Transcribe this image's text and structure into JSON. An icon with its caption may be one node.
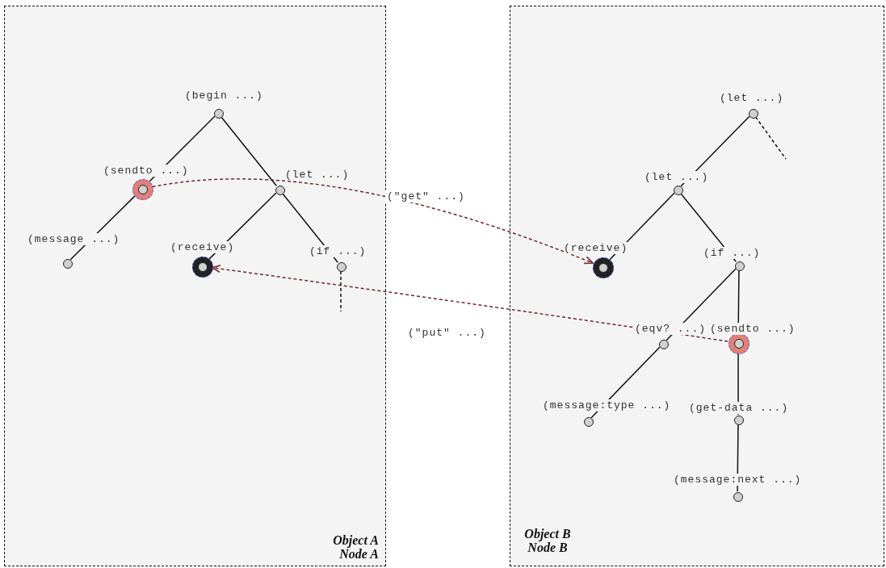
{
  "diagram": {
    "nodes": [
      {
        "text": [
          "Object A Node A"
        ]
      },
      {
        "text": [],
        "shape": "circle",
        "beside": [
          "(begin ...)"
        ],
        "in": 0
      },
      {
        "text": [],
        "shape": "circle",
        "beside": [
          "(let ...)"
        ],
        "in": 0
      },
      {
        "text": [],
        "shape": "circle",
        "beside": [
          "(sendto ...)"
        ],
        "in": 0
      },
      {
        "text": [],
        "shape": "circle",
        "beside": [
          "(message ...)"
        ],
        "in": 0
      },
      {
        "text": [],
        "shape": "circle",
        "beside": [
          "(receive)"
        ],
        "in": 0
      },
      {
        "text": [],
        "shape": "circle",
        "beside": [
          "(if ...)"
        ],
        "in": 0
      },
      {
        "text": [
          "Object B Node B"
        ]
      },
      {
        "text": [],
        "shape": "circle",
        "beside": [
          "(let ...)"
        ],
        "in": 7
      },
      {
        "text": [],
        "shape": "circle",
        "beside": [
          "(let ...)"
        ],
        "in": 7
      },
      {
        "text": [],
        "shape": "circle",
        "beside": [
          "(receive)"
        ],
        "in": 7
      },
      {
        "text": [],
        "shape": "circle",
        "beside": [
          "(if ...)"
        ],
        "in": 7
      },
      {
        "text": [],
        "shape": "circle",
        "beside": [
          "(eqv? ...)"
        ],
        "in": 7
      },
      {
        "text": [],
        "shape": "circle",
        "beside": [
          "(sendto ...)"
        ],
        "in": 7
      },
      {
        "text": [],
        "shape": "circle",
        "beside": [
          "(message:type ...)"
        ],
        "in": 7
      },
      {
        "text": [],
        "shape": "circle",
        "beside": [
          "(get-data ...)"
        ],
        "in": 7
      },
      {
        "text": [],
        "shape": "circle",
        "beside": [
          "(message:next ...)"
        ],
        "in": 7
      }
    ],
    "edges": [
      {
        "from": 1,
        "to": 3,
        "arrow": "none"
      },
      {
        "from": 3,
        "to": 4,
        "arrow": "none"
      },
      {
        "from": 1,
        "to": 2,
        "arrow": "none"
      },
      {
        "from": 2,
        "to": 5,
        "arrow": "none"
      },
      {
        "from": 2,
        "to": 6,
        "arrow": "none"
      },
      {
        "from": 6,
        "to": null,
        "arrow": "none",
        "style": "dashed"
      },
      {
        "from": 8,
        "to": 9,
        "arrow": "none"
      },
      {
        "from": 8,
        "to": null,
        "arrow": "none",
        "style": "dashed"
      },
      {
        "from": 9,
        "to": 10,
        "arrow": "none"
      },
      {
        "from": 9,
        "to": 11,
        "arrow": "none"
      },
      {
        "from": 11,
        "to": 12,
        "arrow": "none"
      },
      {
        "from": 11,
        "to": 13,
        "arrow": "none"
      },
      {
        "from": 12,
        "to": 14,
        "arrow": "none"
      },
      {
        "from": 13,
        "to": 15,
        "arrow": "none"
      },
      {
        "from": 15,
        "to": 16,
        "arrow": "none"
      },
      {
        "from": 3,
        "to": 10,
        "arrow": "to",
        "label": "(\"get\" ...)",
        "style": "dashed",
        "color": "#6e2a2a"
      },
      {
        "from": 13,
        "to": 5,
        "arrow": "to",
        "label": "(\"put\" ...)",
        "style": "dashed",
        "color": "#6e2a2a"
      }
    ]
  }
}
